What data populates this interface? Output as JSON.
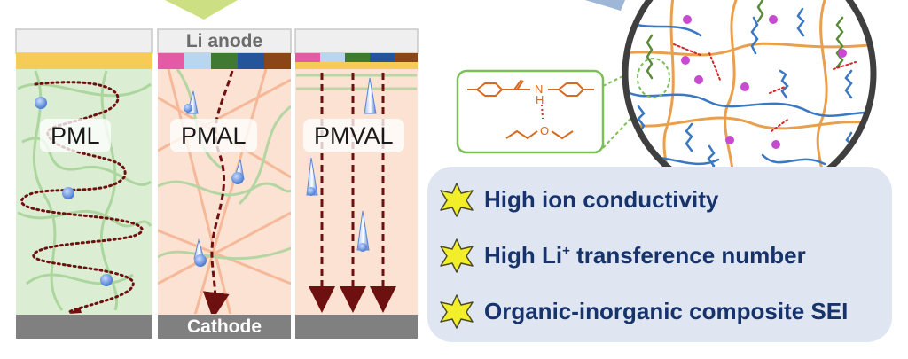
{
  "panels": [
    {
      "label": "PML"
    },
    {
      "label": "PMAL"
    },
    {
      "label": "PMVAL"
    }
  ],
  "electrodes": {
    "anode": "Li anode",
    "cathode": "Cathode"
  },
  "features": [
    {
      "text": "High ion conductivity",
      "sup": "",
      "text_after": ""
    },
    {
      "text": "High Li",
      "sup": "+",
      "text_after": " transference number"
    },
    {
      "text": "Organic-inorganic composite SEI",
      "sup": "",
      "text_after": ""
    }
  ],
  "molecule_labels": {
    "nitrogen": "N",
    "hydrogen": "H",
    "oxygen": "O"
  },
  "colors": {
    "feature_text": "#17336b",
    "feature_box": "#dfe6f2",
    "star_fill": "#f2ee2a",
    "panel1_bg": "#dbeed3",
    "panel2_bg": "#fbe2d3",
    "panel3_bg": "#fbe2d3",
    "path_dark_red": "#6e1010",
    "ion_blue": "#5b86d6",
    "chain_orange": "#e8a04f",
    "chain_blue": "#3a78c2",
    "chain_green": "#5a8a3a",
    "magenta_dot": "#c64bcf"
  },
  "icons": [
    "star-icon",
    "lithium-ion-icon",
    "molecule-structure-icon",
    "magnifier-circle-icon"
  ]
}
